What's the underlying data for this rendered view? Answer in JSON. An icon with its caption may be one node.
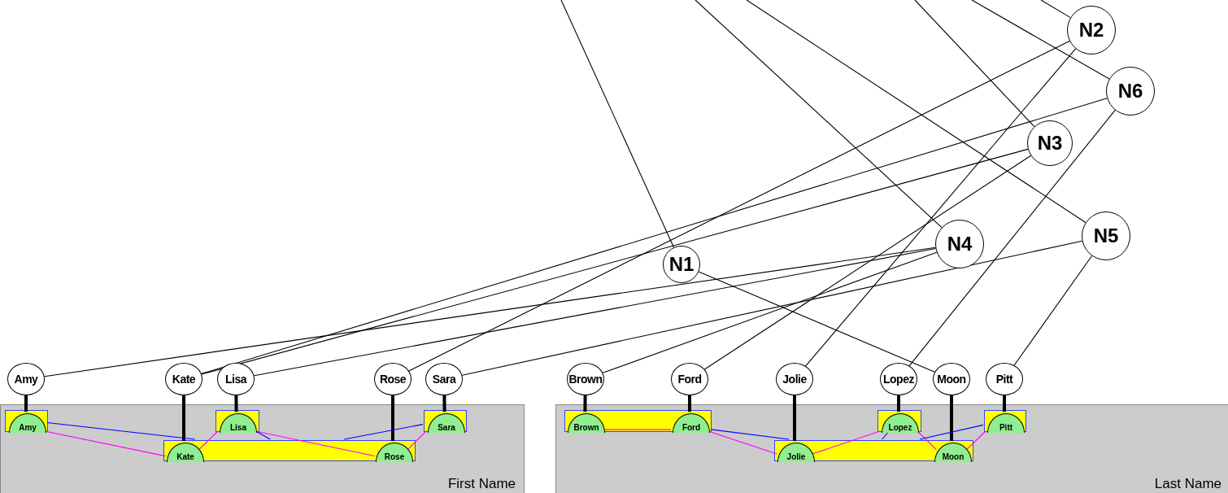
{
  "diagram": {
    "nodes": [
      {
        "text": [
          "N2"
        ]
      },
      {
        "text": [
          "N6"
        ]
      },
      {
        "text": [
          "N3"
        ]
      },
      {
        "text": [
          "N5"
        ]
      },
      {
        "text": [
          "N4"
        ]
      },
      {
        "text": [
          "N1"
        ]
      },
      {
        "text": [
          "Amy"
        ]
      },
      {
        "text": [
          "Kate"
        ]
      },
      {
        "text": [
          "Lisa"
        ]
      },
      {
        "text": [
          "Rose"
        ]
      },
      {
        "text": [
          "Sara"
        ]
      },
      {
        "text": [
          "Brown"
        ]
      },
      {
        "text": [
          "Ford"
        ]
      },
      {
        "text": [
          "Jolie"
        ]
      },
      {
        "text": [
          "Lopez"
        ]
      },
      {
        "text": [
          "Moon"
        ]
      },
      {
        "text": [
          "Pitt"
        ]
      },
      {
        "text": [
          "First Name"
        ]
      },
      {
        "text": [
          "Last Name"
        ]
      },
      {
        "text": [],
        "shape": "box",
        "in": 17
      },
      {
        "text": [],
        "shape": "box",
        "in": 17
      },
      {
        "text": [],
        "shape": "box",
        "in": 17
      },
      {
        "text": [],
        "shape": "box",
        "in": 17
      },
      {
        "text": [
          "Amy"
        ],
        "in": 19
      },
      {
        "text": [
          "Lisa"
        ],
        "in": 20
      },
      {
        "text": [
          "Sara"
        ],
        "in": 21
      },
      {
        "text": [
          "Kate"
        ],
        "in": 22
      },
      {
        "text": [
          "Rose"
        ],
        "in": 22
      },
      {
        "text": [],
        "shape": "box",
        "in": 18
      },
      {
        "text": [],
        "shape": "box",
        "in": 18
      },
      {
        "text": [],
        "shape": "box",
        "in": 18
      },
      {
        "text": [],
        "shape": "box",
        "in": 18
      },
      {
        "text": [
          "Brown"
        ],
        "in": 28
      },
      {
        "text": [
          "Ford"
        ],
        "in": 28
      },
      {
        "text": [
          "Lopez"
        ],
        "in": 29
      },
      {
        "text": [
          "Pitt"
        ],
        "in": 30
      },
      {
        "text": [
          "Jolie"
        ],
        "in": 31
      },
      {
        "text": [
          "Moon"
        ],
        "in": 31
      }
    ],
    "edges": [
      {
        "from": null,
        "to": 5,
        "arrow": "none"
      },
      {
        "from": null,
        "to": 4,
        "arrow": "none"
      },
      {
        "from": null,
        "to": 3,
        "arrow": "none"
      },
      {
        "from": null,
        "to": 2,
        "arrow": "none"
      },
      {
        "from": null,
        "to": 1,
        "arrow": "none"
      },
      {
        "from": null,
        "to": 0,
        "arrow": "none"
      },
      {
        "from": 0,
        "to": 9,
        "arrow": "none"
      },
      {
        "from": 0,
        "to": 13,
        "arrow": "none"
      },
      {
        "from": 1,
        "to": 7,
        "arrow": "none"
      },
      {
        "from": 1,
        "to": 14,
        "arrow": "none"
      },
      {
        "from": 2,
        "to": 7,
        "arrow": "none"
      },
      {
        "from": 2,
        "to": 12,
        "arrow": "none"
      },
      {
        "from": 3,
        "to": 10,
        "arrow": "none"
      },
      {
        "from": 3,
        "to": 16,
        "arrow": "none"
      },
      {
        "from": 4,
        "to": 6,
        "arrow": "none"
      },
      {
        "from": 4,
        "to": 8,
        "arrow": "none"
      },
      {
        "from": 4,
        "to": 11,
        "arrow": "none"
      },
      {
        "from": 5,
        "to": 15,
        "arrow": "none"
      },
      {
        "from": 6,
        "to": 23,
        "arrow": "none",
        "style": "thick"
      },
      {
        "from": 7,
        "to": 26,
        "arrow": "none",
        "style": "thick"
      },
      {
        "from": 8,
        "to": 24,
        "arrow": "none",
        "style": "thick"
      },
      {
        "from": 9,
        "to": 27,
        "arrow": "none",
        "style": "thick"
      },
      {
        "from": 10,
        "to": 25,
        "arrow": "none",
        "style": "thick"
      },
      {
        "from": 11,
        "to": 32,
        "arrow": "none",
        "style": "thick"
      },
      {
        "from": 12,
        "to": 33,
        "arrow": "none",
        "style": "thick"
      },
      {
        "from": 13,
        "to": 36,
        "arrow": "none",
        "style": "thick"
      },
      {
        "from": 14,
        "to": 34,
        "arrow": "none",
        "style": "thick"
      },
      {
        "from": 15,
        "to": 37,
        "arrow": "none",
        "style": "thick"
      },
      {
        "from": 16,
        "to": 35,
        "arrow": "none",
        "style": "thick"
      },
      {
        "from": 23,
        "to": 26,
        "arrow": "none",
        "color": "#ff00ff"
      },
      {
        "from": 24,
        "to": 26,
        "arrow": "none",
        "color": "#ff00ff"
      },
      {
        "from": 24,
        "to": 27,
        "arrow": "none",
        "color": "#ff00ff"
      },
      {
        "from": 25,
        "to": 27,
        "arrow": "none",
        "color": "#ff00ff"
      },
      {
        "from": 32,
        "to": 33,
        "arrow": "none",
        "color": "#ff00ff"
      },
      {
        "from": 33,
        "to": 36,
        "arrow": "none",
        "color": "#ff00ff"
      },
      {
        "from": 34,
        "to": 36,
        "arrow": "none",
        "color": "#ff00ff"
      },
      {
        "from": 34,
        "to": 37,
        "arrow": "none",
        "color": "#ff00ff"
      },
      {
        "from": 35,
        "to": 37,
        "arrow": "none",
        "color": "#ff00ff"
      },
      {
        "from": 19,
        "to": 22,
        "arrow": "none",
        "color": "#0000ff"
      },
      {
        "from": 20,
        "to": 22,
        "arrow": "none",
        "color": "#0000ff"
      },
      {
        "from": 21,
        "to": 22,
        "arrow": "none",
        "color": "#0000ff"
      },
      {
        "from": 28,
        "to": 31,
        "arrow": "none",
        "color": "#0000ff"
      },
      {
        "from": 29,
        "to": 31,
        "arrow": "none",
        "color": "#0000ff"
      },
      {
        "from": 30,
        "to": 31,
        "arrow": "none",
        "color": "#0000ff"
      }
    ]
  }
}
